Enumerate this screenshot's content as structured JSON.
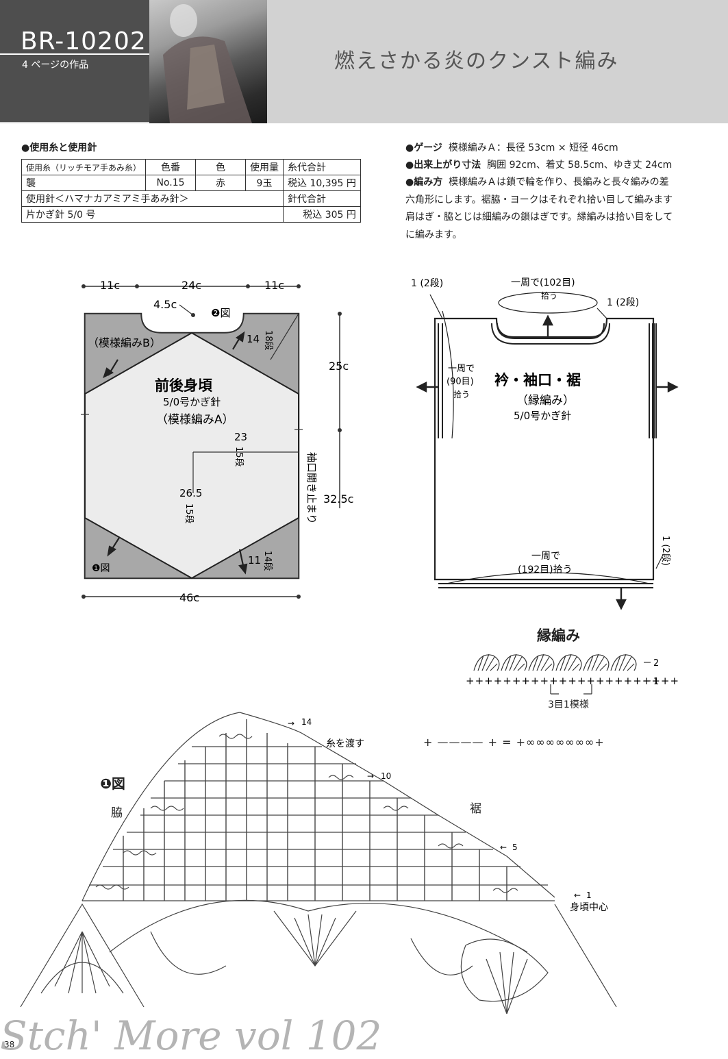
{
  "header": {
    "code": "BR-10202",
    "sub": "4 ページの作品",
    "title": "燃えさかる炎のクンスト編み"
  },
  "materials": {
    "heading": "●使用糸と使用針",
    "rows": [
      [
        "使用糸（リッチモア手あみ糸）",
        "色番",
        "色",
        "使用量",
        "糸代合計"
      ],
      [
        "襲",
        "No.15",
        "赤",
        "9玉",
        "税込 10,395 円"
      ],
      [
        "使用針＜ハマナカアミアミ手あみ針＞",
        "針代合計"
      ],
      [
        "片かぎ針 5/0 号",
        "税込 305 円"
      ]
    ]
  },
  "info": {
    "gauge_label": "●ゲージ",
    "gauge": "模様編みＡ：長径 53cm × 短径 46cm",
    "size_label": "●出来上がり寸法",
    "size": "胸囲 92cm、着丈 58.5cm、ゆき丈 24cm",
    "method_label": "●編み方",
    "method_lines": [
      "模様編みＡは鎖で輪を作り、長編みと長々編みの差",
      "六角形にします。裾脇・ヨークはそれぞれ拾い目して編みます",
      "肩はぎ・脇とじは細編みの鎖はぎです。縁編みは拾い目をして",
      "に編みます。"
    ]
  },
  "body_diagram": {
    "dim_left": "11c",
    "dim_center": "24c",
    "dim_right": "11c",
    "neck_depth": "4.5c",
    "fig2": "❷図",
    "pattern_b": "（模様編みB）",
    "title": "前後身頃",
    "hook": "5/0号かぎ針",
    "pattern_a": "（模様編みA）",
    "rows_top": "14",
    "rows_top_b": "18段",
    "dim_23": "23",
    "rows_15a": "15段",
    "dim_26": "26.5",
    "rows_15b": "15段",
    "fig1": "❶図",
    "rows_bot": "11",
    "rows_bot_b": "14段",
    "width": "46c",
    "height_25": "25c",
    "height_32": "32.5c",
    "sleeve_stop": "袖口開き止まり"
  },
  "edge_diagram": {
    "left_rows": "1 (2段)",
    "neck_pick": "一周で(102目)",
    "neck_pick2": "拾う",
    "right_rows": "1 (2段)",
    "side_pick1": "一周で",
    "side_pick2": "(90目)",
    "side_pick3": "拾う",
    "title": "衿・袖口・裾",
    "stitch": "（縁編み）",
    "hook": "5/0号かぎ針",
    "hem_pick1": "一周で",
    "hem_pick2": "(192目)拾う",
    "hem_rows": "1 (2段)"
  },
  "edging": {
    "title": "縁編み",
    "row2": "2",
    "row1": "1",
    "repeat": "3目1模様"
  },
  "legend": {
    "equation": "+ ———— + = +∞∞∞∞∞∞∞+"
  },
  "chart1": {
    "title": "❶図",
    "side": "脇",
    "hem": "裾",
    "row14": "14",
    "yarn_pass": "糸を渡す",
    "row10": "10",
    "row5": "5",
    "row1": "1",
    "center": "身頃中心"
  },
  "footer": {
    "page": "38",
    "watermark": "Stch' More vol 102"
  }
}
